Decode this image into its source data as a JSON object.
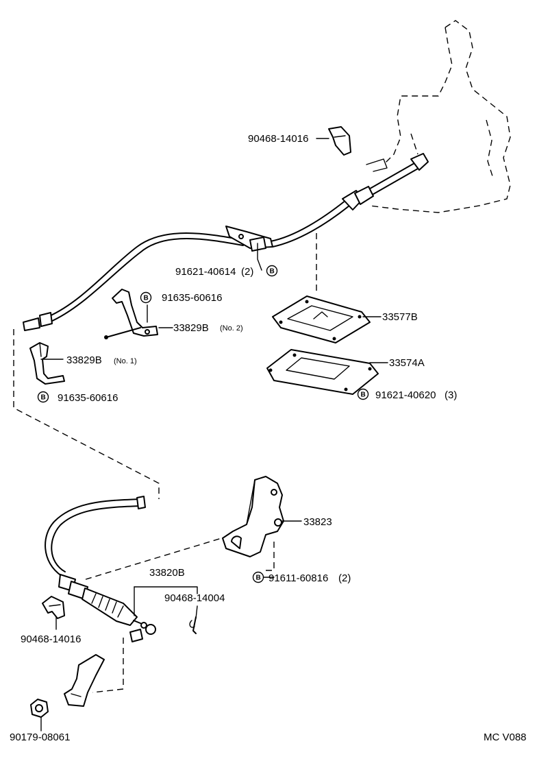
{
  "parts": {
    "p_90468_14016_top": "90468-14016",
    "p_91621_40614": "91621-40614",
    "p_91621_40614_qty": "(2)",
    "p_91635_60616_a": "91635-60616",
    "p_33829B_no2": "33829B",
    "p_33829B_no2_sub": "(No. 2)",
    "p_33577B": "33577B",
    "p_33829B_no1": "33829B",
    "p_33829B_no1_sub": "(No. 1)",
    "p_33574A": "33574A",
    "p_91635_60616_b": "91635-60616",
    "p_91621_40620": "91621-40620",
    "p_91621_40620_qty": "(3)",
    "p_33823": "33823",
    "p_33820B": "33820B",
    "p_91611_60816": "91611-60816",
    "p_91611_60816_qty": "(2)",
    "p_90468_14004": "90468-14004",
    "p_90468_14016_bottom": "90468-14016",
    "p_90179_08061": "90179-08061"
  },
  "marker_letter": "B",
  "diagram_code": "MC V088"
}
